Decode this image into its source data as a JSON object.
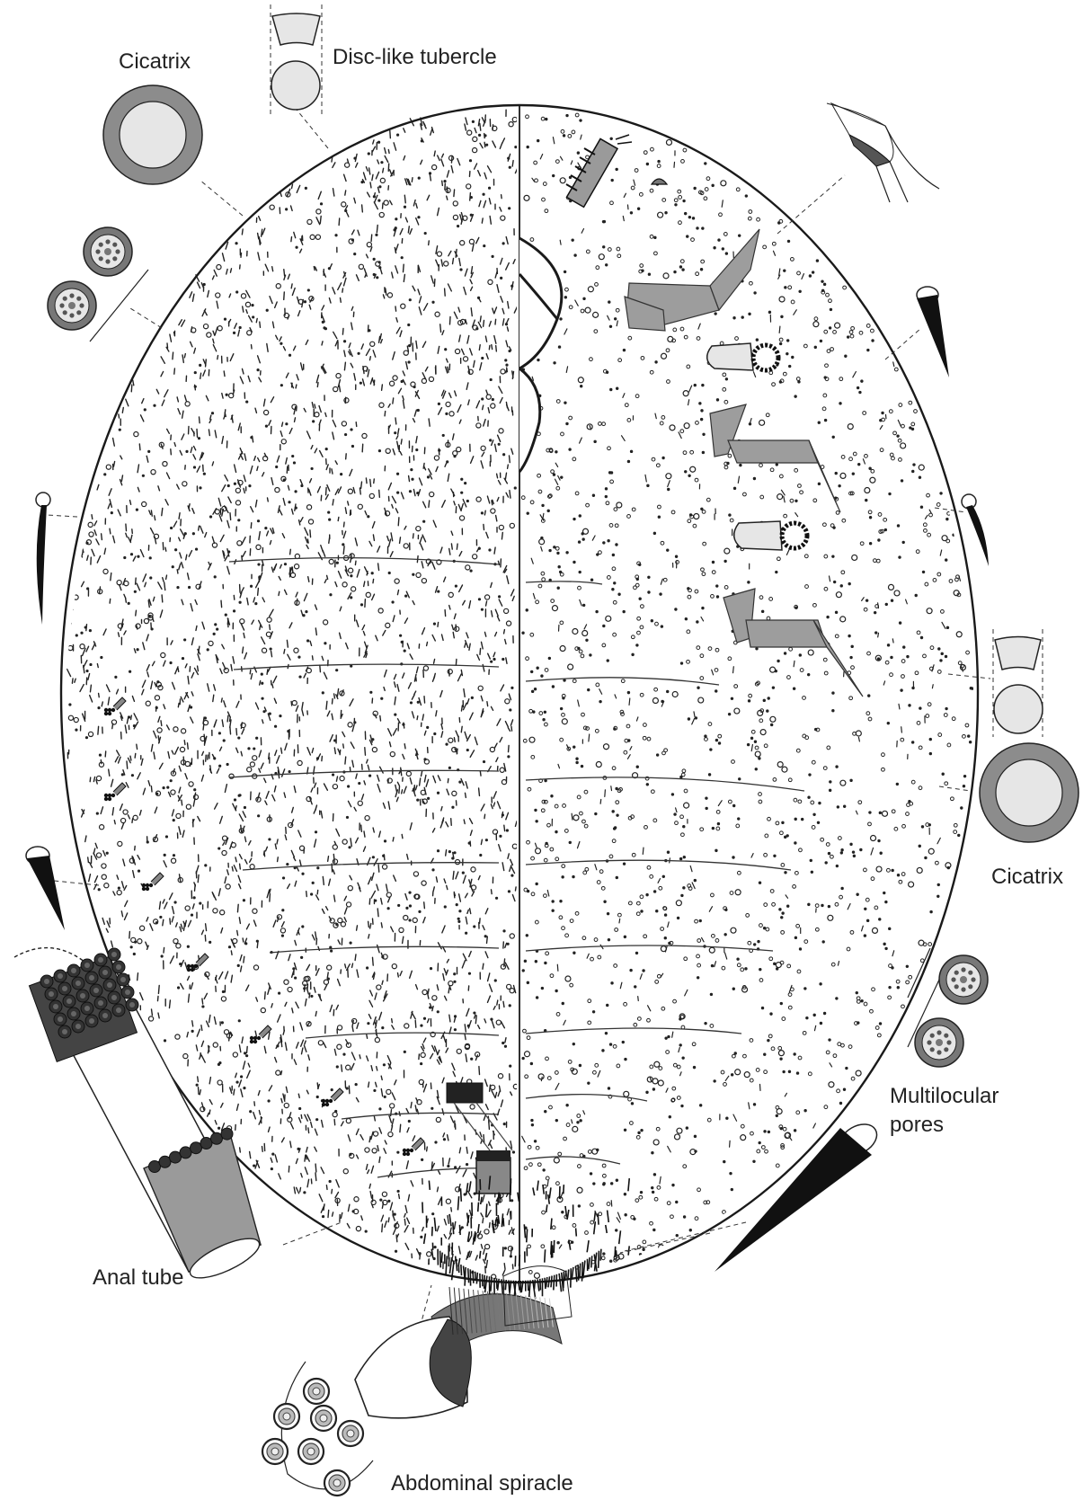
{
  "labels": {
    "cicatrix_top_left": "Cicatrix",
    "disc_tubercle_top": "Disc-like tubercle",
    "cicatrix_right": "Cicatrix",
    "multilocular_line1": "Multilocular",
    "multilocular_line2": "pores",
    "anal_tube": "Anal tube",
    "abdominal_spiracle": "Abdominal spiracle"
  },
  "colors": {
    "outline": "#1a1a1a",
    "grey_fill": "#8c8c8c",
    "light_fill": "#e6e6e6",
    "stipple": "#222222"
  }
}
